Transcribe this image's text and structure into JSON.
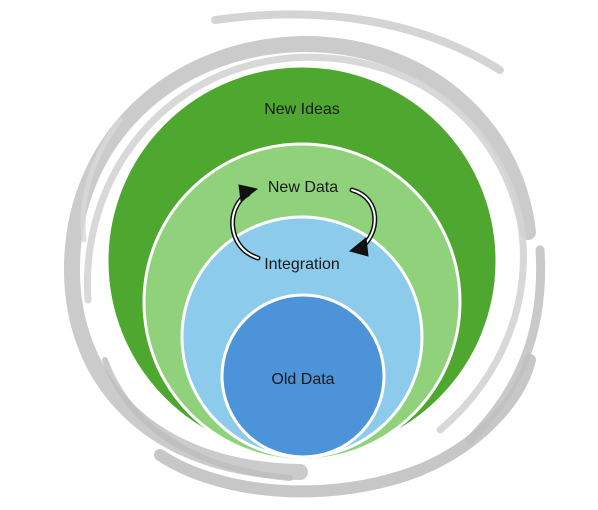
{
  "diagram": {
    "labels": {
      "outer": "New Ideas",
      "second": "New Data",
      "third": "Integration",
      "inner": "Old Data"
    },
    "colors": {
      "swirl": "#c8c8c8",
      "outer": "#4ea72e",
      "second": "#8fd27b",
      "third": "#8ccbec",
      "inner": "#4d93d9",
      "stroke": "#ffffff",
      "arrow": "#111111"
    }
  }
}
